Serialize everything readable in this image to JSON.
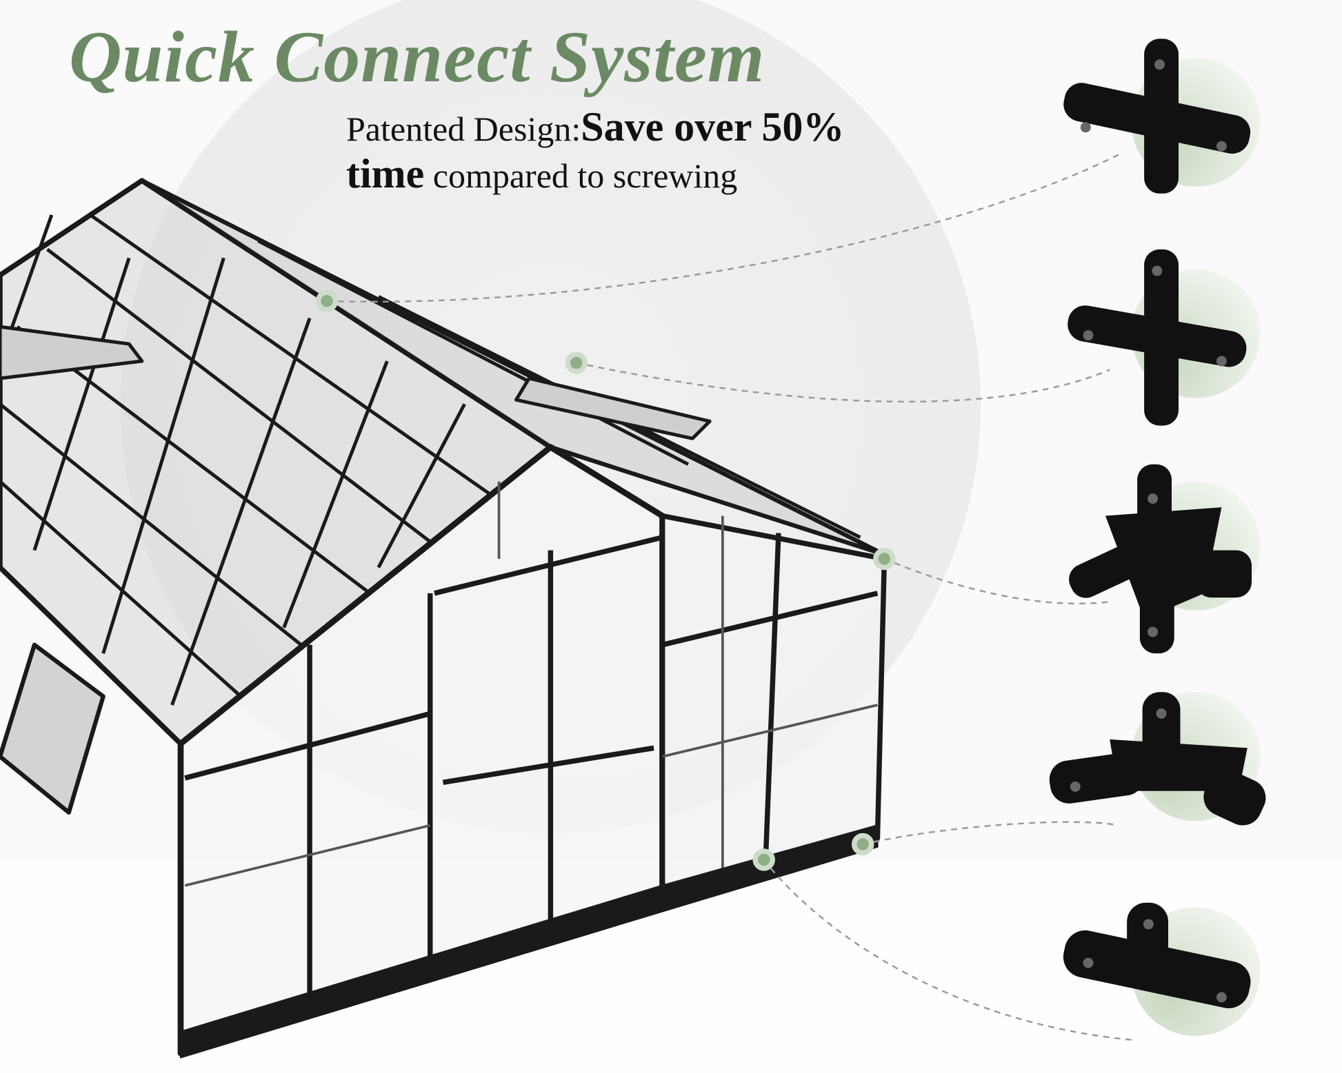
{
  "title": "Quick Connect System",
  "subtitle": {
    "line1_regular": "Patented Design:",
    "line1_bold": "Save over 50%",
    "line2_bold": "time",
    "line2_regular": " compared to screwing"
  },
  "colors": {
    "accent": "#6b8a64",
    "circle": "#dfe8d9",
    "frame": "#1a1a1a"
  },
  "connectors": [
    {
      "icon": "four-way-connector-icon"
    },
    {
      "icon": "cross-connector-icon"
    },
    {
      "icon": "corner-five-way-connector-icon"
    },
    {
      "icon": "three-way-base-connector-icon"
    },
    {
      "icon": "t-base-connector-icon"
    }
  ]
}
